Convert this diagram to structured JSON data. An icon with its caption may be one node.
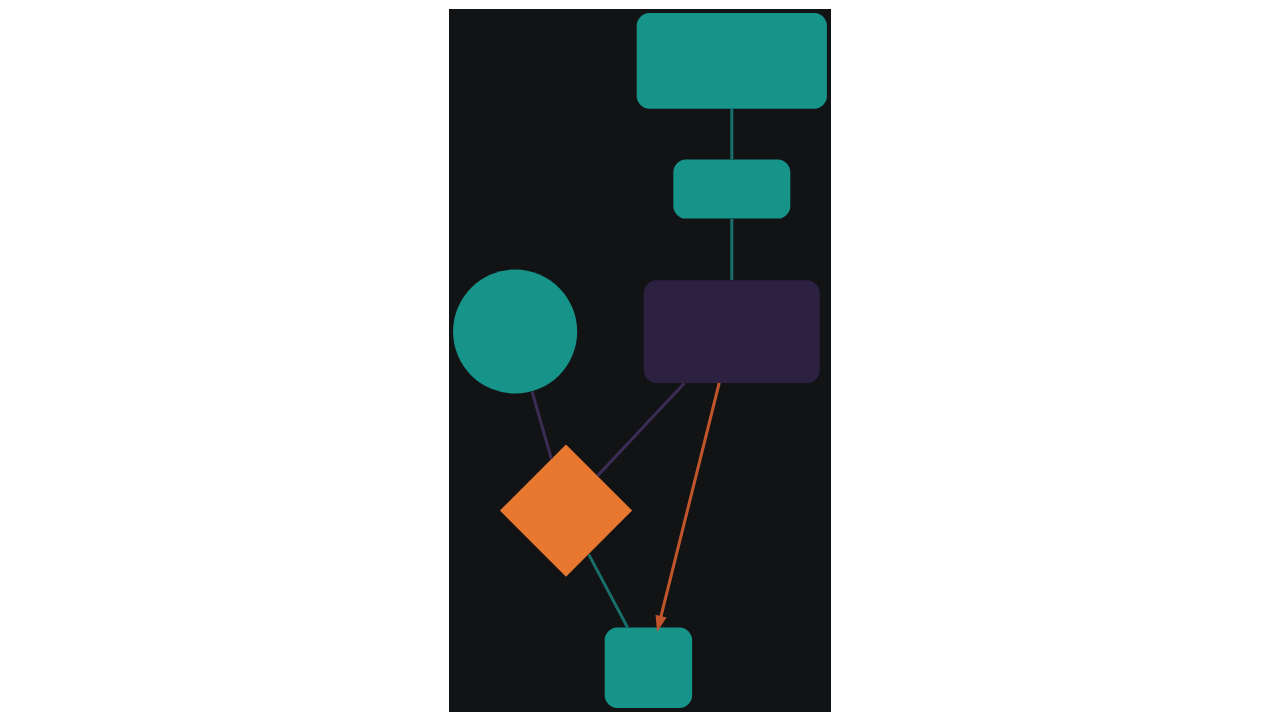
{
  "diagram": {
    "nodes": [
      {
        "text": [],
        "shape": "box"
      },
      {
        "text": [],
        "shape": "circle"
      },
      {
        "text": [],
        "shape": "box"
      },
      {
        "text": [],
        "shape": "diamond"
      },
      {
        "text": [],
        "shape": "box"
      },
      {
        "text": [],
        "shape": "box"
      }
    ],
    "edges": [
      {
        "from": 0,
        "to": 2,
        "arrow": "none"
      },
      {
        "from": 2,
        "to": 4,
        "arrow": "none"
      },
      {
        "from": 4,
        "to": 3,
        "arrow": "none",
        "color": "#3b2c55"
      },
      {
        "from": 1,
        "to": 3,
        "arrow": "none",
        "color": "#3b2c55"
      },
      {
        "from": 3,
        "to": 5,
        "arrow": "none"
      },
      {
        "from": 4,
        "to": 5,
        "arrow": "to",
        "color": "#c0552a"
      }
    ]
  }
}
